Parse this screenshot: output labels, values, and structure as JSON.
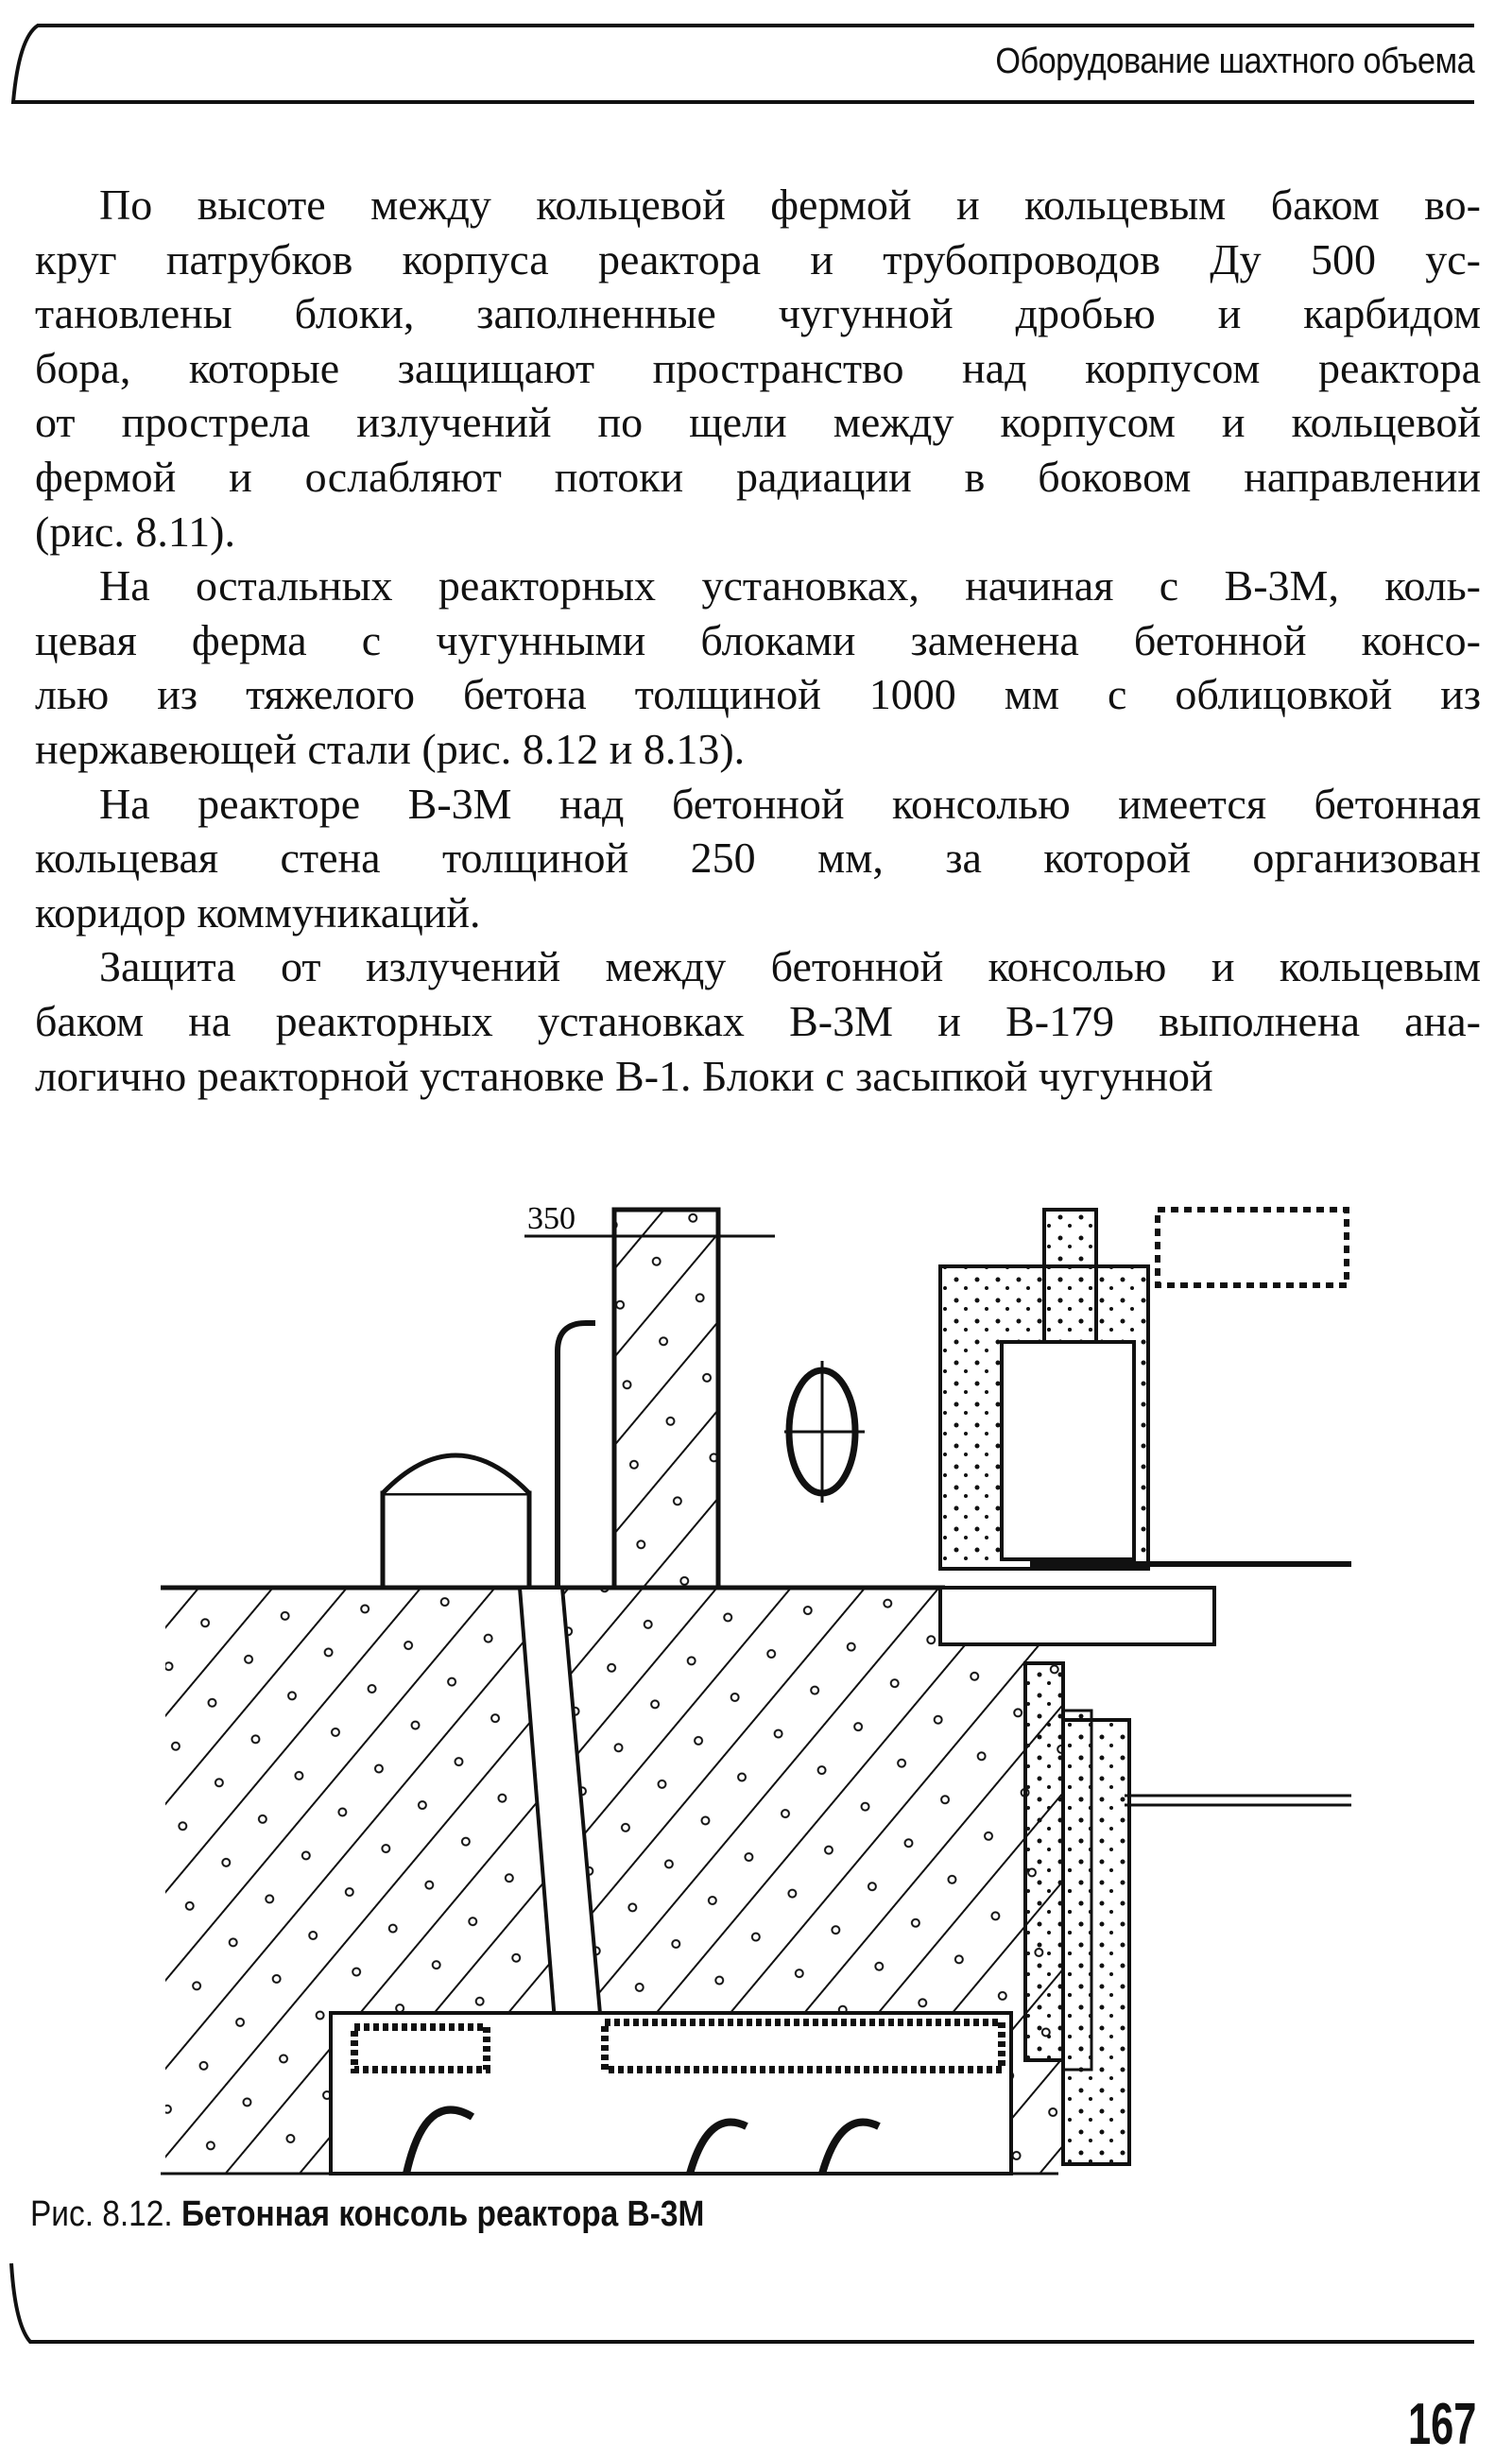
{
  "header": {
    "title": "Оборудование шахтного объема"
  },
  "paragraphs": [
    {
      "lines": [
        "По высоте между кольцевой фермой и кольцевым баком во-",
        "круг патрубков корпуса реактора и трубопроводов Ду 500 ус-",
        "тановлены блоки, заполненные чугунной дробью и карбидом",
        "бора, которые защищают пространство над корпусом реактора",
        "от прострела излучений по щели между корпусом и кольцевой",
        "фермой и ослабляют потоки радиации в боковом направлении",
        "(рис. 8.11)."
      ]
    },
    {
      "lines": [
        "На остальных реакторных установках, начиная с В-3М, коль-",
        "цевая ферма с чугунными блоками заменена бетонной консо-",
        "лью из тяжелого бетона толщиной 1000 мм с облицовкой из",
        "нержавеющей стали (рис. 8.12 и 8.13)."
      ]
    },
    {
      "lines": [
        "На реакторе В-3М над бетонной консолью имеется бетонная",
        "кольцевая стена толщиной 250 мм, за которой организован",
        "коридор коммуникаций."
      ]
    },
    {
      "lines": [
        "Защита от излучений между бетонной консолью и кольцевым",
        "баком на реакторных установках В-3М и В-179 выполнена ана-",
        "логично реакторной установке В-1. Блоки с засыпкой чугунной"
      ]
    }
  ],
  "figure": {
    "dimension_label": "350"
  },
  "caption": {
    "number": "Рис. 8.12.",
    "title": "Бетонная консоль реактора В-3М"
  },
  "page_number": "167"
}
